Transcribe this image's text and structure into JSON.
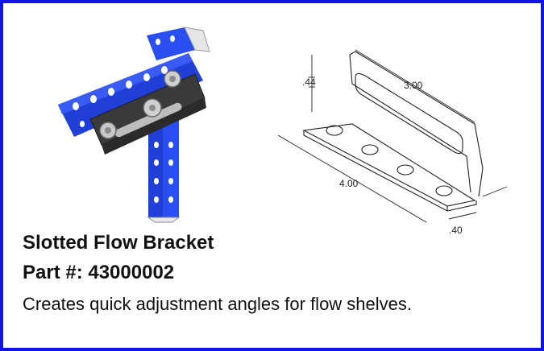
{
  "product": {
    "title": "Slotted Flow Bracket",
    "part_number": "Part #: 43000002",
    "description": "Creates quick adjustment angles for flow shelves."
  },
  "drawing": {
    "dim_thickness": ".44",
    "dim_slot": "3.00",
    "dim_length": "4.00",
    "dim_width": ".40"
  },
  "colors": {
    "border": "#1414e6",
    "tube_blue": "#1f3fd6",
    "bracket": "#3a3a3a"
  }
}
